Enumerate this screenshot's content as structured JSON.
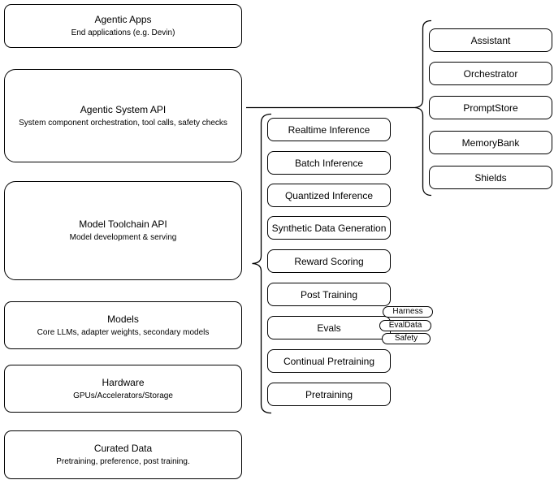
{
  "diagram": {
    "left_stack": [
      {
        "title": "Agentic Apps",
        "subtitle": "End applications (e.g. Devin)"
      },
      {
        "title": "Agentic System API",
        "subtitle": "System component orchestration, tool calls, safety checks"
      },
      {
        "title": "Model Toolchain API",
        "subtitle": "Model development & serving"
      },
      {
        "title": "Models",
        "subtitle": "Core LLMs, adapter weights, secondary models"
      },
      {
        "title": "Hardware",
        "subtitle": "GPUs/Accelerators/Storage"
      },
      {
        "title": "Curated Data",
        "subtitle": "Pretraining, preference, post training."
      }
    ],
    "toolchain_group": {
      "items": [
        "Realtime Inference",
        "Batch Inference",
        "Quantized Inference",
        "Synthetic Data Generation",
        "Reward Scoring",
        "Post Training",
        "Evals",
        "Continual Pretraining",
        "Pretraining"
      ],
      "evals_tags": [
        "Harness",
        "EvalData",
        "Safety"
      ]
    },
    "system_group": {
      "items": [
        "Assistant",
        "Orchestrator",
        "PromptStore",
        "MemoryBank",
        "Shields"
      ]
    },
    "colors": {
      "stroke": "#000000",
      "background": "#ffffff",
      "text": "#000000"
    }
  }
}
